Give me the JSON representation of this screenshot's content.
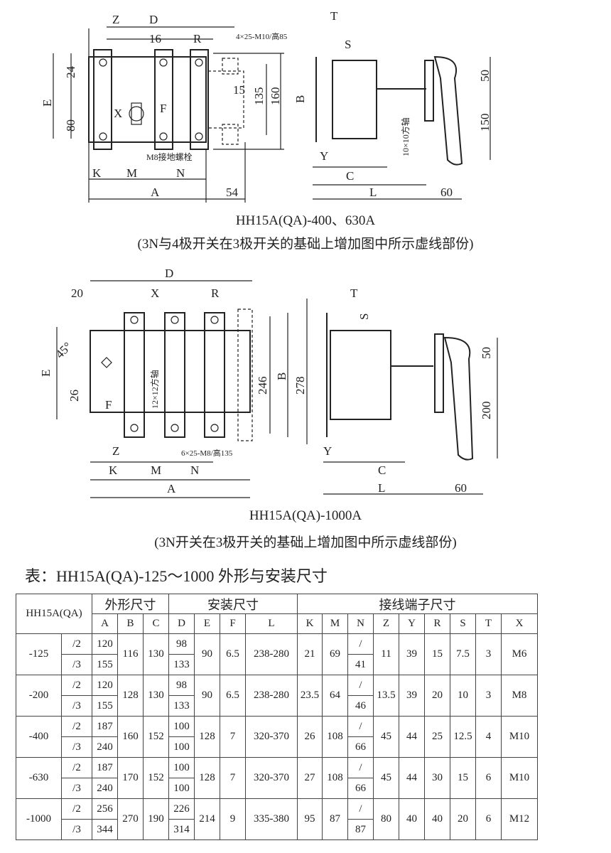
{
  "drawing1": {
    "labels": {
      "Z": "Z",
      "D": "D",
      "d16": "16",
      "R": "R",
      "bolt": "4×25-M10/高85",
      "d24": "24",
      "E": "E",
      "d80": "80",
      "X": "X",
      "F": "F",
      "d15": "15",
      "d135": "135",
      "d160": "160",
      "B": "B",
      "ground": "M8接地螺栓",
      "K": "K",
      "M": "M",
      "N": "N",
      "A": "A",
      "d54": "54",
      "T": "T",
      "S": "S",
      "Y": "Y",
      "C": "C",
      "L": "L",
      "shaft": "10×10方轴",
      "d50": "50",
      "d150": "150",
      "d60": "60"
    },
    "caption": "HH15A(QA)-400、630A",
    "note": "(3N与4极开关在3极开关的基础上增加图中所示虚线部份)"
  },
  "drawing2": {
    "labels": {
      "D": "D",
      "d20": "20",
      "X": "X",
      "R": "R",
      "T": "T",
      "S": "S",
      "angle": "45°",
      "E": "E",
      "d26": "26",
      "F": "F",
      "shaft": "12×12方轴",
      "d246": "246",
      "B": "B",
      "d278": "278",
      "d50": "50",
      "d200": "200",
      "Z": "Z",
      "bolt": "6×25-M8/高135",
      "Y": "Y",
      "K": "K",
      "M": "M",
      "N": "N",
      "C": "C",
      "A": "A",
      "L": "L",
      "d60": "60"
    },
    "caption": "HH15A(QA)-1000A",
    "note": "(3N开关在3极开关的基础上增加图中所示虚线部份)"
  },
  "table": {
    "title": "表：HH15A(QA)-125～1000 外形与安装尺寸",
    "model_header": "HH15A(QA)",
    "groups": {
      "outline": "外形尺寸",
      "install": "安装尺寸",
      "terminal": "接线端子尺寸"
    },
    "cols": [
      "A",
      "B",
      "C",
      "D",
      "E",
      "F",
      "L",
      "K",
      "M",
      "N",
      "Z",
      "Y",
      "R",
      "S",
      "T",
      "X"
    ],
    "rows": [
      {
        "model": "-125",
        "v2": "/2",
        "v3": "/3",
        "A2": "120",
        "A3": "155",
        "B": "116",
        "C": "130",
        "D2": "98",
        "D3": "133",
        "E": "90",
        "F": "6.5",
        "L": "238-280",
        "K": "21",
        "M": "69",
        "N2": "/",
        "N3": "41",
        "Z": "11",
        "Y": "39",
        "R": "15",
        "S": "7.5",
        "T": "3",
        "X": "M6"
      },
      {
        "model": "-200",
        "v2": "/2",
        "v3": "/3",
        "A2": "120",
        "A3": "155",
        "B": "128",
        "C": "130",
        "D2": "98",
        "D3": "133",
        "E": "90",
        "F": "6.5",
        "L": "238-280",
        "K": "23.5",
        "M": "64",
        "N2": "/",
        "N3": "46",
        "Z": "13.5",
        "Y": "39",
        "R": "20",
        "S": "10",
        "T": "3",
        "X": "M8"
      },
      {
        "model": "-400",
        "v2": "/2",
        "v3": "/3",
        "A2": "187",
        "A3": "240",
        "B": "160",
        "C": "152",
        "D2": "100",
        "D3": "100",
        "E": "128",
        "F": "7",
        "L": "320-370",
        "K": "26",
        "M": "108",
        "N2": "/",
        "N3": "66",
        "Z": "45",
        "Y": "44",
        "R": "25",
        "S": "12.5",
        "T": "4",
        "X": "M10"
      },
      {
        "model": "-630",
        "v2": "/2",
        "v3": "/3",
        "A2": "187",
        "A3": "240",
        "B": "170",
        "C": "152",
        "D2": "100",
        "D3": "100",
        "E": "128",
        "F": "7",
        "L": "320-370",
        "K": "27",
        "M": "108",
        "N2": "/",
        "N3": "66",
        "Z": "45",
        "Y": "44",
        "R": "30",
        "S": "15",
        "T": "6",
        "X": "M10"
      },
      {
        "model": "-1000",
        "v2": "/2",
        "v3": "/3",
        "A2": "256",
        "A3": "344",
        "B": "270",
        "C": "190",
        "D2": "226",
        "D3": "314",
        "E": "214",
        "F": "9",
        "L": "335-380",
        "K": "95",
        "M": "87",
        "N2": "/",
        "N3": "87",
        "Z": "80",
        "Y": "40",
        "R": "40",
        "S": "20",
        "T": "6",
        "X": "M12"
      }
    ]
  }
}
